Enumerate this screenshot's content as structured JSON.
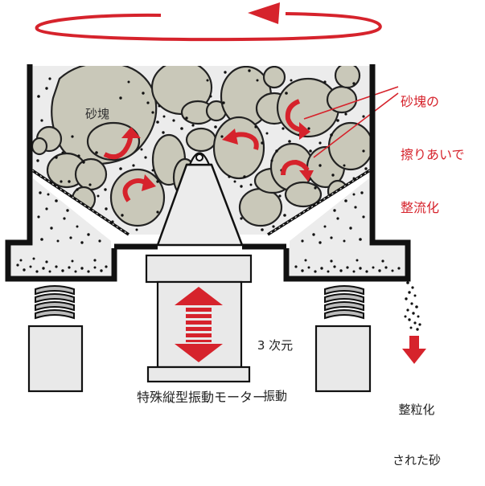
{
  "labels": {
    "sand_lump": "砂塊",
    "callout_line1": "砂塊の",
    "callout_line2": "擦りあいで",
    "callout_line3": "整流化",
    "vibration_line1": "3 次元",
    "vibration_line2": "振動",
    "output_line1": "整粒化",
    "output_line2": "された砂",
    "motor": "特殊縦型振動モーター"
  },
  "colors": {
    "accent_red": "#d6232c",
    "frame_black": "#111111",
    "lump_fill": "#c9c8b9",
    "hopper_fill": "#ececec",
    "block_fill": "#e9e9e9",
    "text": "#222222"
  }
}
